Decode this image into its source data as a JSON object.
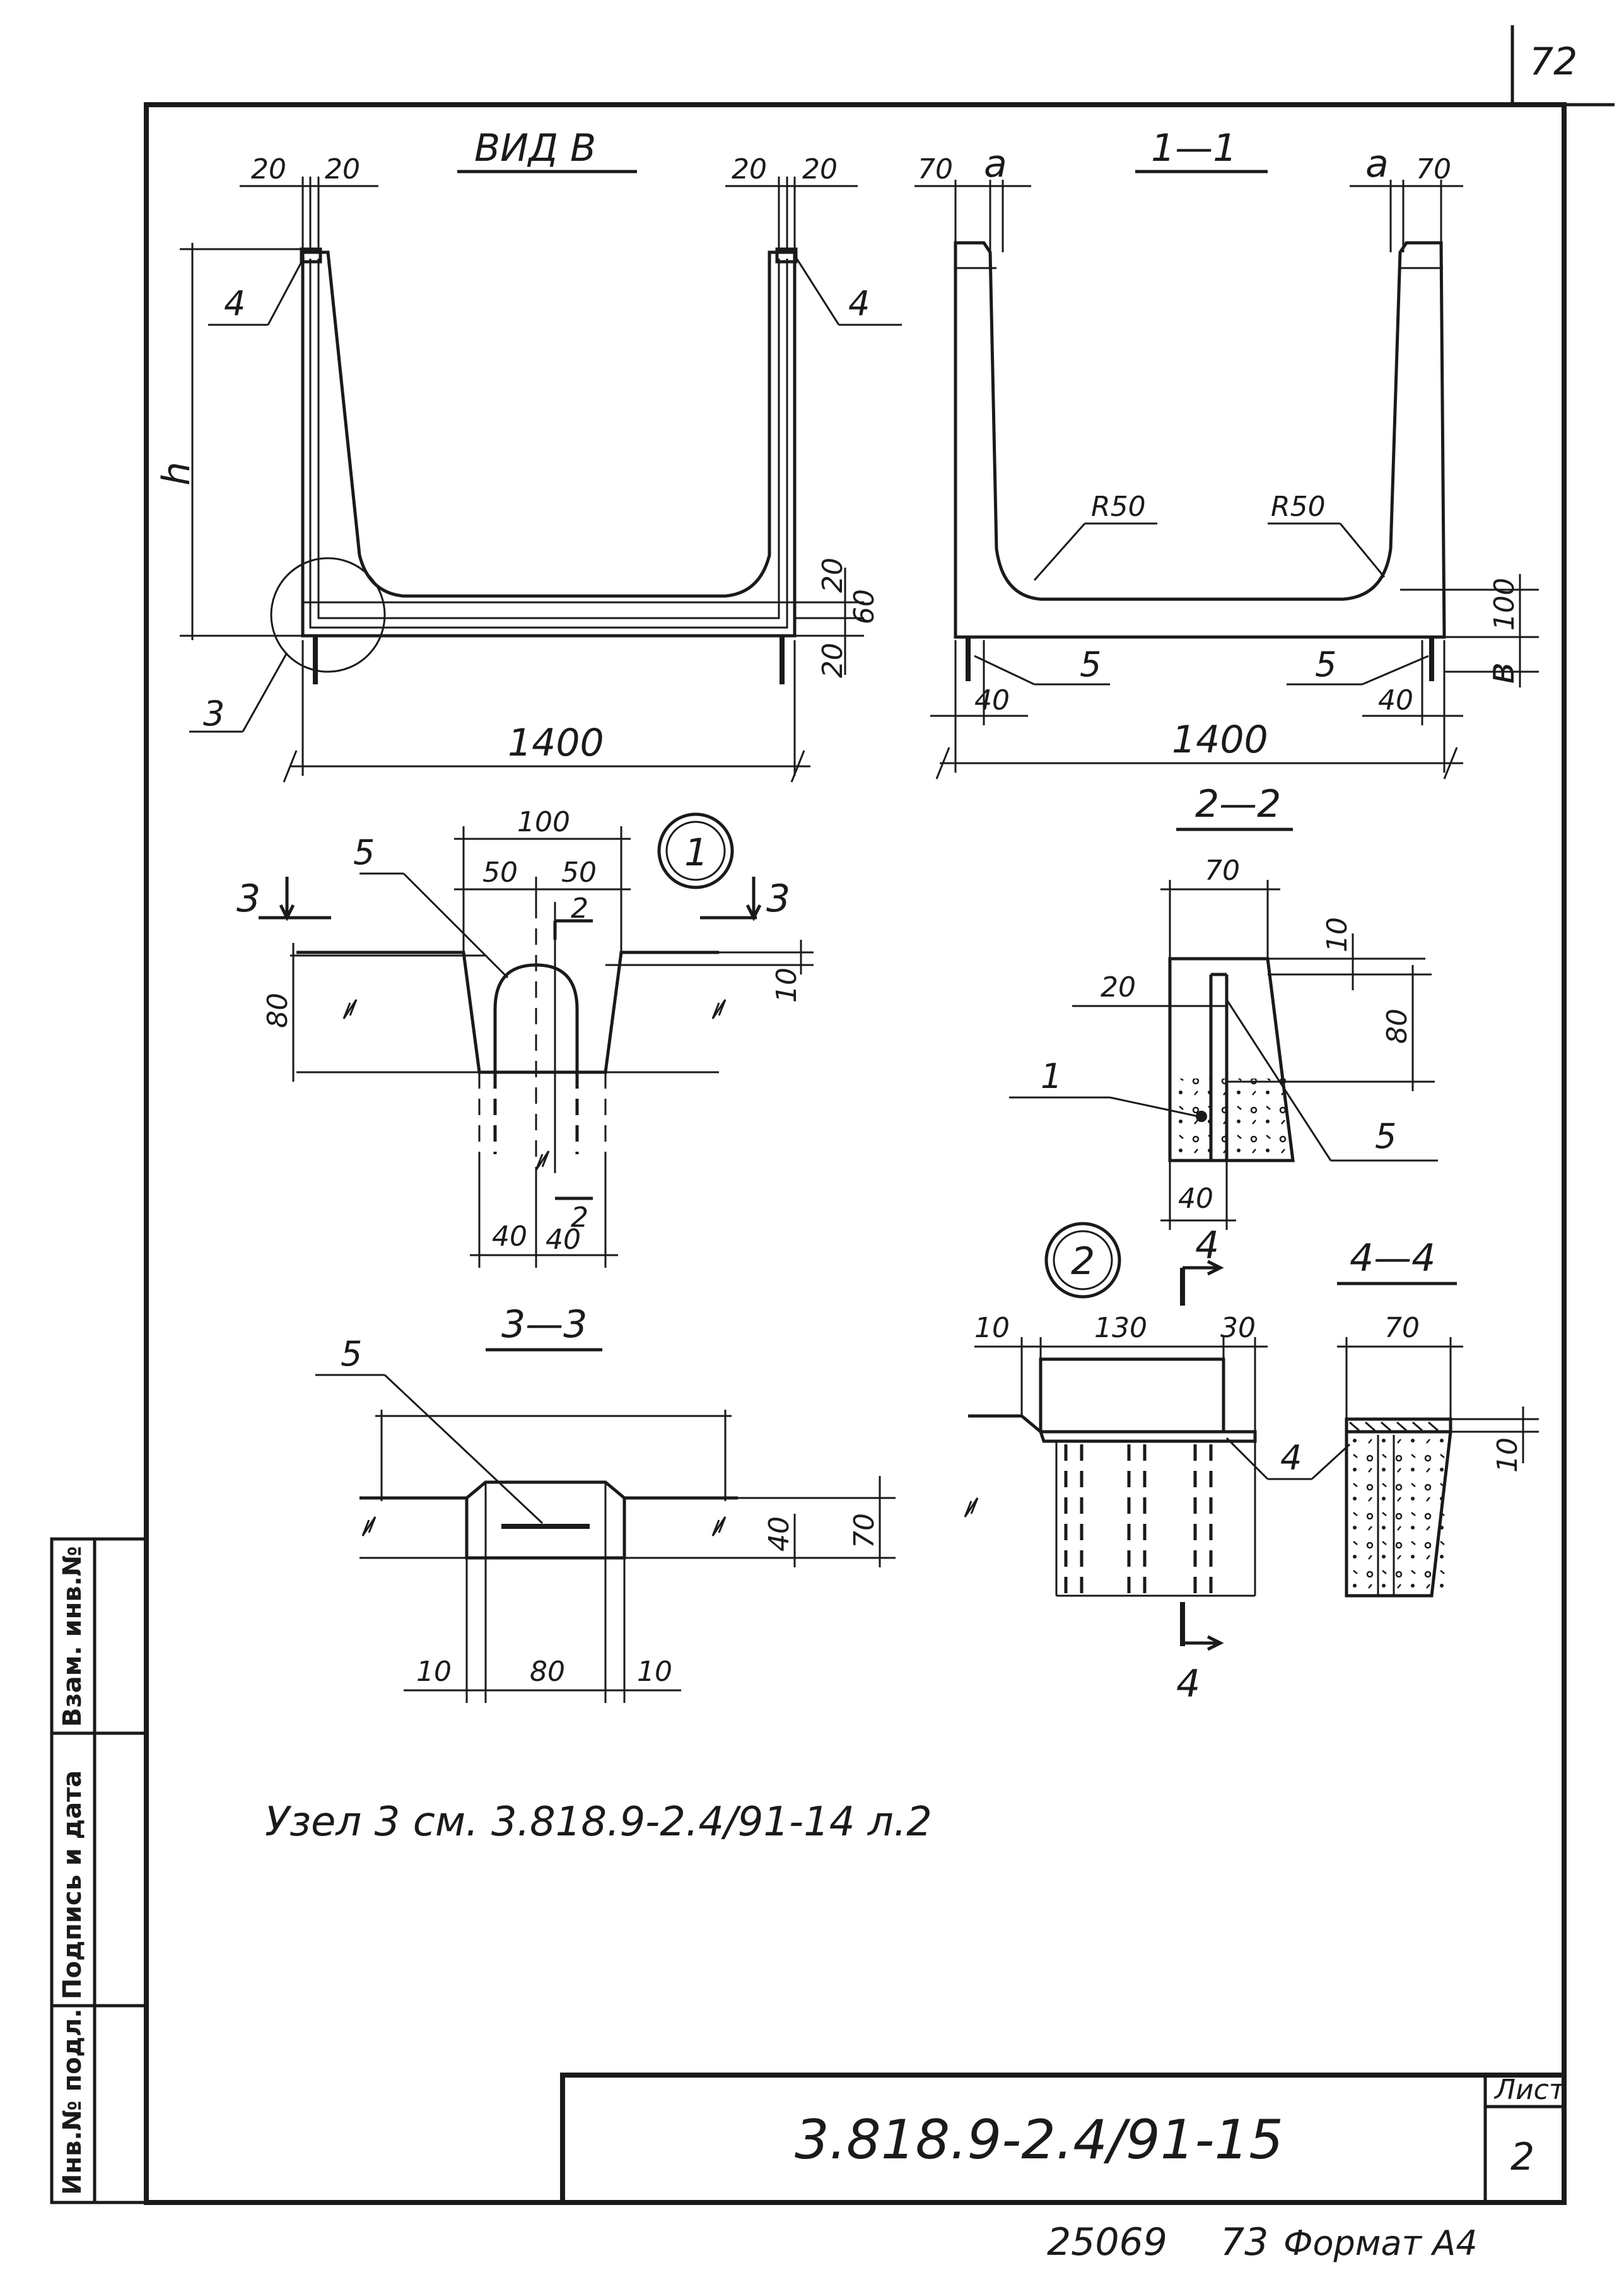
{
  "page_number": "72",
  "views": {
    "vid_b": {
      "title": "ВИД В",
      "top_dims": [
        "20",
        "20",
        "20",
        "20"
      ],
      "height_label": "h",
      "part_labels": [
        "4",
        "4",
        "3"
      ],
      "side_dims": [
        "20",
        "60",
        "20"
      ],
      "width": "1400"
    },
    "section_1_1": {
      "title": "1—1",
      "top_dims": [
        "70",
        "a",
        "a",
        "70"
      ],
      "radius_left": "R50",
      "radius_right": "R50",
      "part_labels": [
        "5",
        "5"
      ],
      "bottom_dims": [
        "40",
        "40"
      ],
      "side_dims": [
        "100",
        "в"
      ],
      "width": "1400"
    },
    "node_1": {
      "badge": "1",
      "dims": [
        "100",
        "50",
        "50",
        "80",
        "10",
        "40",
        "40"
      ],
      "section_marks": [
        "3",
        "3",
        "2",
        "2"
      ],
      "part_label": "5"
    },
    "section_2_2": {
      "title": "2—2",
      "dims": [
        "70",
        "10",
        "20",
        "80",
        "40"
      ],
      "part_labels": [
        "1",
        "5"
      ]
    },
    "section_3_3": {
      "title": "3—3",
      "part_label": "5",
      "dims": [
        "40",
        "70",
        "10",
        "80",
        "10"
      ]
    },
    "node_2": {
      "badge": "2",
      "dims": [
        "10",
        "130",
        "30"
      ],
      "section_marks": [
        "4",
        "4"
      ],
      "part_label": "4"
    },
    "section_4_4": {
      "title": "4—4",
      "dims": [
        "70",
        "10"
      ]
    }
  },
  "note": "Узел 3 см. 3.818.9-2.4/91-14 л.2",
  "side_stamp": [
    "Инв.№ подл.",
    "Подпись и дата",
    "Взам. инв.№"
  ],
  "title_block": {
    "doc_code": "3.818.9-2.4/91-15",
    "sheet_label": "Лист",
    "sheet_number": "2"
  },
  "footer": {
    "archive_number": "25069",
    "page": "73",
    "format": "Формат А4"
  }
}
